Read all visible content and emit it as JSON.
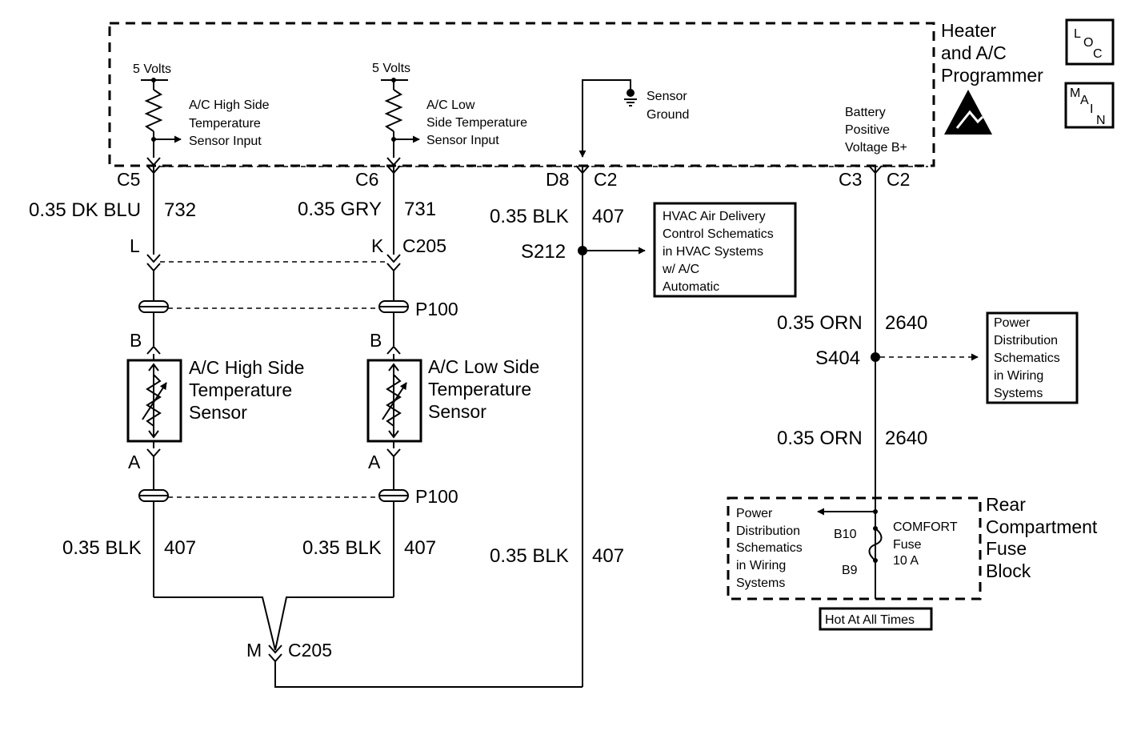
{
  "programmer": {
    "title": [
      "Heater",
      "and A/C",
      "Programmer"
    ],
    "five_volts_1": "5 Volts",
    "five_volts_2": "5 Volts",
    "high_input": [
      "A/C High Side",
      "Temperature",
      "Sensor Input"
    ],
    "low_input": [
      "A/C Low",
      "Side Temperature",
      "Sensor Input"
    ],
    "sensor_ground": [
      "Sensor",
      "Ground"
    ],
    "battery": [
      "Battery",
      "Positive",
      "Voltage B+"
    ]
  },
  "nav": {
    "loc": [
      "L",
      "O",
      "C"
    ],
    "main": [
      "M",
      "A",
      "I",
      "N"
    ]
  },
  "connectors": {
    "c5": "C5",
    "c6": "C6",
    "d8": "D8",
    "c2a": "C2",
    "c3": "C3",
    "c2b": "C2",
    "L": "L",
    "K": "K",
    "c205a": "C205",
    "p100a": "P100",
    "p100b": "P100",
    "B1": "B",
    "B2": "B",
    "A1": "A",
    "A2": "A",
    "M": "M",
    "c205b": "C205"
  },
  "wires": {
    "w732": [
      "0.35 DK BLU",
      "732"
    ],
    "w731": [
      "0.35 GRY",
      "731"
    ],
    "w407a": [
      "0.35 BLK",
      "407"
    ],
    "w407b": [
      "0.35 BLK",
      "407"
    ],
    "w407c": [
      "0.35 BLK",
      "407"
    ],
    "w407d": [
      "0.35 BLK",
      "407"
    ],
    "w2640a": [
      "0.35 ORN",
      "2640"
    ],
    "w2640b": [
      "0.35 ORN",
      "2640"
    ]
  },
  "splices": {
    "s212": "S212",
    "s404": "S404"
  },
  "refs": {
    "hvac": [
      "HVAC Air Delivery",
      "Control Schematics",
      "in HVAC Systems",
      "w/ A/C",
      "Automatic"
    ],
    "power1": [
      "Power",
      "Distribution",
      "Schematics",
      "in Wiring",
      "Systems"
    ],
    "power2": [
      "Power",
      "Distribution",
      "Schematics",
      "in Wiring",
      "Systems"
    ]
  },
  "sensors": {
    "high": [
      "A/C High Side",
      "Temperature",
      "Sensor"
    ],
    "low": [
      "A/C Low Side",
      "Temperature",
      "Sensor"
    ]
  },
  "fuse_block": {
    "title": [
      "Rear",
      "Compartment",
      "Fuse",
      "Block"
    ],
    "b10": "B10",
    "b9": "B9",
    "fuse": [
      "COMFORT",
      "Fuse",
      "10 A"
    ],
    "hot": "Hot At All Times"
  }
}
